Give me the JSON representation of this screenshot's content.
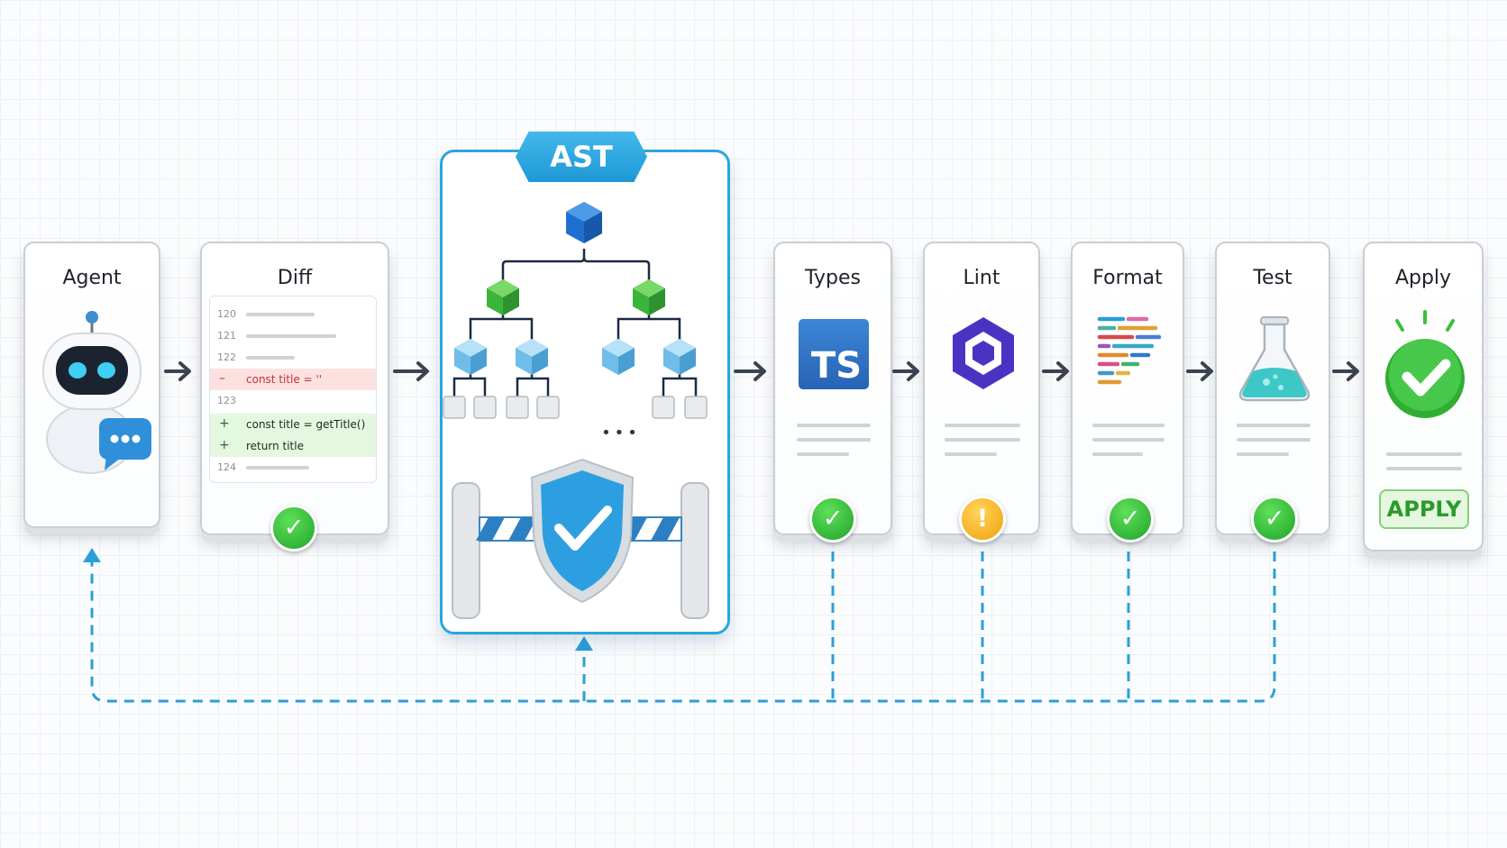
{
  "stages": {
    "agent": "Agent",
    "diff": "Diff",
    "ast": "AST",
    "types": "Types",
    "lint": "Lint",
    "format": "Format",
    "test": "Test",
    "apply": "Apply"
  },
  "diff_lines": [
    {
      "num": "120",
      "marker": "",
      "code": "",
      "kind": "context"
    },
    {
      "num": "121",
      "marker": "",
      "code": "",
      "kind": "context"
    },
    {
      "num": "122",
      "marker": "",
      "code": "",
      "kind": "context"
    },
    {
      "num": "",
      "marker": "–",
      "code": "const title = ''",
      "kind": "del"
    },
    {
      "num": "123",
      "marker": "",
      "code": "",
      "kind": "context"
    },
    {
      "num": "",
      "marker": "+",
      "code": "const title = getTitle()",
      "kind": "add"
    },
    {
      "num": "",
      "marker": "+",
      "code": "return title",
      "kind": "add"
    },
    {
      "num": "124",
      "marker": "",
      "code": "",
      "kind": "context"
    }
  ],
  "types_logo": "TS",
  "ast_ellipsis": "•••",
  "apply_button": "APPLY",
  "status": {
    "diff": "ok",
    "types": "ok",
    "lint": "warning",
    "format": "ok",
    "test": "ok",
    "apply": "ok"
  },
  "icons": {
    "agent": "robot-icon",
    "agent_chat": "chat-bubble-icon",
    "lint": "hexagon-icon",
    "format": "code-lines-icon",
    "test": "flask-icon",
    "apply": "check-circle-icon",
    "ast_guard": "shield-check-icon"
  },
  "colors": {
    "accent": "#2aa6dd",
    "ok": "#21a329",
    "warning": "#f1a20c",
    "ts": "#2f74c0",
    "lint": "#4b32c3",
    "feedback": "#2a9fd8"
  }
}
